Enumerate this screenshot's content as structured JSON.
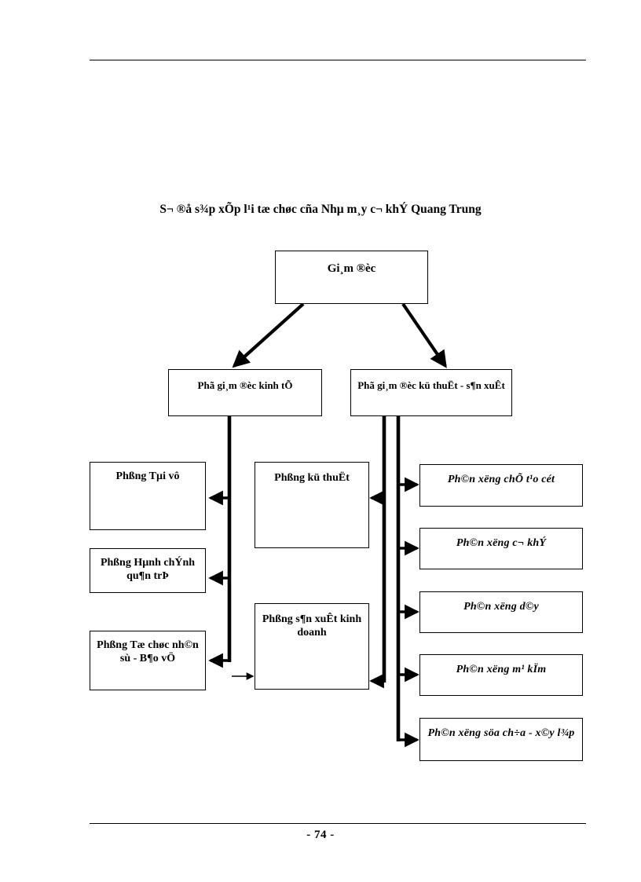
{
  "document": {
    "page_number": "- 74 -",
    "header_rule": true,
    "footer_rule": true
  },
  "chart_data": {
    "type": "diagram",
    "subtype": "organizational-chart",
    "title": "S¬ ®å s¾p xÕp l¹i tæ chøc cña Nhµ m¸y c¬ khÝ Quang Trung",
    "orientation": "top-down",
    "levels": 3,
    "nodes": [
      {
        "id": "n0",
        "label": "Gi¸m ®èc",
        "level": 0,
        "column": "center"
      },
      {
        "id": "n1",
        "label": "Phã  gi¸m ®èc     kinh tÕ",
        "level": 1,
        "column": "left"
      },
      {
        "id": "n2",
        "label": "Phã gi¸m ®èc        kü thuËt - s¶n xuÊt",
        "level": 1,
        "column": "right"
      },
      {
        "id": "n3",
        "label": "Phßng Tµi vô",
        "level": 2,
        "column": "left"
      },
      {
        "id": "n4",
        "label": "Phßng Hµnh chÝnh qu¶n trÞ",
        "level": 2,
        "column": "left"
      },
      {
        "id": "n5",
        "label": "Phßng Tæ chøc nh©n sù - B¶o vÖ",
        "level": 2,
        "column": "left"
      },
      {
        "id": "n6",
        "label": "Phßng kü thuËt",
        "level": 2,
        "column": "middle"
      },
      {
        "id": "n7",
        "label": "Phßng s¶n xuÊt kinh doanh",
        "level": 2,
        "column": "middle"
      },
      {
        "id": "n8",
        "label": "Ph©n xëng  chÕ t¹o cét",
        "level": 2,
        "column": "right"
      },
      {
        "id": "n9",
        "label": "Ph©n xëng  c¬ khÝ",
        "level": 2,
        "column": "right"
      },
      {
        "id": "n10",
        "label": "Ph©n xëng  d©y",
        "level": 2,
        "column": "right"
      },
      {
        "id": "n11",
        "label": "Ph©n xëng  m¹ kÏm",
        "level": 2,
        "column": "right"
      },
      {
        "id": "n12",
        "label": "Ph©n xëng  söa ch÷a - x©y l¾p",
        "level": 2,
        "column": "right"
      }
    ],
    "edges": [
      {
        "from": "n0",
        "to": "n1",
        "style": "thick-arrow-diagonal"
      },
      {
        "from": "n0",
        "to": "n2",
        "style": "thick-arrow-diagonal"
      },
      {
        "from": "n1",
        "to": "n3",
        "style": "thick-arrow-orthogonal"
      },
      {
        "from": "n1",
        "to": "n4",
        "style": "thick-arrow-orthogonal"
      },
      {
        "from": "n1",
        "to": "n5",
        "style": "thick-arrow-orthogonal"
      },
      {
        "from": "n2",
        "to": "n6",
        "style": "thick-arrow-orthogonal"
      },
      {
        "from": "n2",
        "to": "n7",
        "style": "thick-arrow-orthogonal"
      },
      {
        "from": "n2",
        "to": "n8",
        "style": "thick-arrow-orthogonal"
      },
      {
        "from": "n2",
        "to": "n9",
        "style": "thick-arrow-orthogonal"
      },
      {
        "from": "n2",
        "to": "n10",
        "style": "thick-arrow-orthogonal"
      },
      {
        "from": "n2",
        "to": "n11",
        "style": "thick-arrow-orthogonal"
      },
      {
        "from": "n2",
        "to": "n12",
        "style": "thick-arrow-orthogonal"
      },
      {
        "from": "n5",
        "to": "n7",
        "style": "thin-arrow-horizontal"
      }
    ],
    "colors": {
      "line": "#000000",
      "box_fill": "#ffffff",
      "box_border": "#000000",
      "text": "#000000"
    }
  }
}
